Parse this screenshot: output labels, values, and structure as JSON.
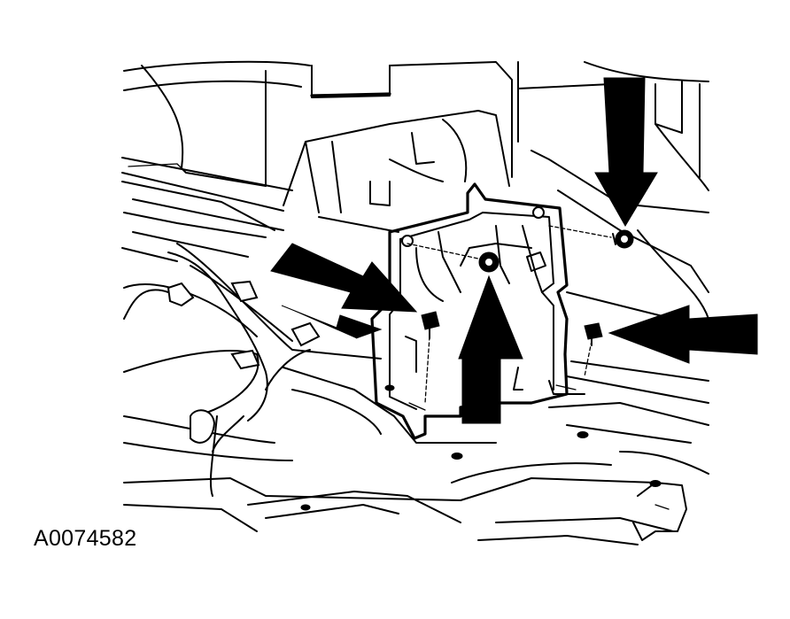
{
  "figure": {
    "id_label": "A0074582"
  },
  "colors": {
    "line": "#000000",
    "background": "#ffffff"
  },
  "callouts": [
    {
      "name": "arrow-down-top-right",
      "icon": "arrow-down-icon"
    },
    {
      "name": "arrow-left-right",
      "icon": "arrow-left-icon"
    },
    {
      "name": "arrow-up-center",
      "icon": "arrow-up-icon"
    },
    {
      "name": "arrow-diagonal-upper-left",
      "icon": "arrow-diagonal-icon"
    },
    {
      "name": "arrow-diagonal-lower-left",
      "icon": "arrow-diagonal-icon"
    }
  ],
  "fasteners": [
    {
      "name": "bolt-top-right"
    },
    {
      "name": "bolt-center-top"
    },
    {
      "name": "bolt-left"
    },
    {
      "name": "bolt-right"
    }
  ]
}
